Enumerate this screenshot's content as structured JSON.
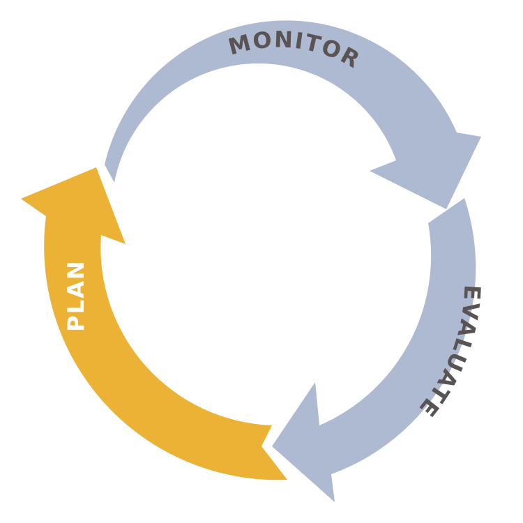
{
  "diagram": {
    "stages": [
      {
        "label": "MONITOR",
        "color": "#aeb9d2",
        "text_color": "#5a5353"
      },
      {
        "label": "EVALUATE",
        "color": "#aeb9d2",
        "text_color": "#5a5353"
      },
      {
        "label": "PLAN",
        "color": "#ebb235",
        "text_color": "#ffffff"
      }
    ],
    "background": "#ffffff"
  }
}
